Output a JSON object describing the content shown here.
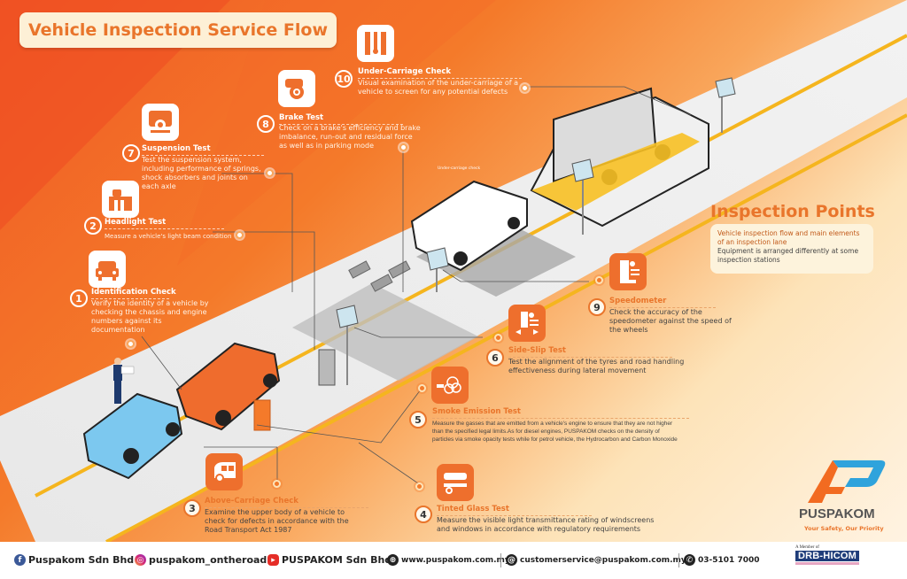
{
  "title": "Vehicle Inspection Service Flow",
  "steps": [
    {
      "num": "1",
      "title": "Identification Check",
      "desc": "Verify the identity of a vehicle by checking the chassis and engine numbers against its documentation",
      "icon": "car-front-icon"
    },
    {
      "num": "2",
      "title": "Headlight Test",
      "desc": "Measure a vehicle's light beam condition",
      "icon": "headlight-icon"
    },
    {
      "num": "3",
      "title": "Above-Carriage Check",
      "desc": "Examine the upper body of a vehicle to check for defects in accordance with the Road Transport Act 1987",
      "icon": "car-body-icon"
    },
    {
      "num": "4",
      "title": "Tinted Glass Test",
      "desc": "Measure the visible light transmittance rating of windscreens and windows in accordance with regulatory requirements",
      "icon": "window-icon"
    },
    {
      "num": "5",
      "title": "Smoke Emission Test",
      "desc": "Measure the gasses that are emitted from a vehicle's engine to ensure that they are not higher than the specified legal limits.As for diesel engines, PUSPAKOM checks on the density of particles via smoke opacity tests while for petrol vehicle, the Hydrocarbon and Carbon Monoxide",
      "icon": "smoke-icon"
    },
    {
      "num": "6",
      "title": "Side-Slip Test",
      "desc": "Test the alignment of the tyres and road handling effectiveness during lateral movement",
      "icon": "side-slip-icon"
    },
    {
      "num": "7",
      "title": "Suspension Test",
      "desc": "Test the suspension system, including performance of springs, shock absorbers and joints on each axle",
      "icon": "suspension-icon"
    },
    {
      "num": "8",
      "title": "Brake Test",
      "desc": "Check on a brake's efficiency and brake imbalance, run-out and residual force as well as in parking mode",
      "icon": "brake-icon"
    },
    {
      "num": "9",
      "title": "Speedometer",
      "desc": "Check the accuracy of the speedometer against the speed of the wheels",
      "icon": "speedometer-icon"
    },
    {
      "num": "10",
      "title": "Under-Carriage Check",
      "desc": "Visual examination of the under-carriage of a vehicle to screen for any potential defects",
      "icon": "undercarriage-icon"
    }
  ],
  "diagram_labels": {
    "undercarriage": "Under-carriage check"
  },
  "inspection_points": {
    "heading": "Inspection Points",
    "subtitle": "Vehicle inspection flow and main elements of an inspection lane",
    "note": "Equipment is arranged differently at some inspection stations"
  },
  "logo": {
    "brand": "PUSPAKOM",
    "tagline": "Your Safety, Our Priority"
  },
  "footer": {
    "facebook": "Puspakom Sdn Bhd",
    "instagram": "puspakom_ontheroad",
    "youtube": "PUSPAKOM Sdn Bhd",
    "website": "www.puspakom.com.my",
    "email": "customerservice@puspakom.com.my",
    "phone": "03-5101 7000",
    "member_label": "A Member of",
    "member_brand": "DRB-HICOM"
  },
  "colors": {
    "accent": "#e9752b",
    "brand_blue": "#2fa3dc",
    "brand_orange": "#f26b21",
    "lane_yellow": "#f5b51e"
  }
}
